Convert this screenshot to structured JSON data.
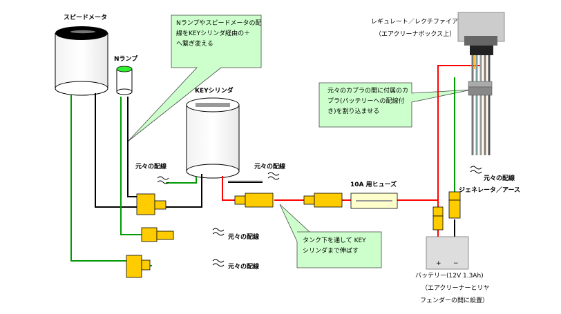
{
  "labels": {
    "speedometer": "スピードメータ",
    "n_lamp": "Nランプ",
    "key_cylinder": "KEYシリンダ",
    "regulator_line1": "レギュレート／レクチファイア",
    "regulator_line2": "（エアクリーナボックス上）",
    "original_wiring": "元々の配線",
    "fuse": "10A 用ヒューズ",
    "generator_earth": "ジェネレータ／アース",
    "battery_plus": "+",
    "battery_minus": "−",
    "battery_line1": "バッテリー(12V 1.3Ah)",
    "battery_line2": "（エアクリーナーとリヤ",
    "battery_line3": "フェンダーの間に設置）"
  },
  "callouts": {
    "top": [
      "Nランプやスピードメータの配",
      "線をKEYシリンダ経由の＋",
      "へ繋ぎ変える"
    ],
    "coupler": [
      "元々のカプラの間に付属のカ",
      "プラ(バッテリーへの配線付",
      "き)を割り込ませる"
    ],
    "tank": [
      "タンク下を通して KEY",
      "シリンダまで伸ばす"
    ]
  },
  "colors": {
    "callout_fill": "#ccffcc",
    "connector_fill": "#ffcc00",
    "wire_red": "#ff0000",
    "wire_green": "#009900",
    "wire_black": "#000000",
    "wire_grey": "#999999",
    "battery_fill": "#dddddd",
    "fuse_fill": "#ffffcc",
    "lamp_green": "#33ee33"
  }
}
